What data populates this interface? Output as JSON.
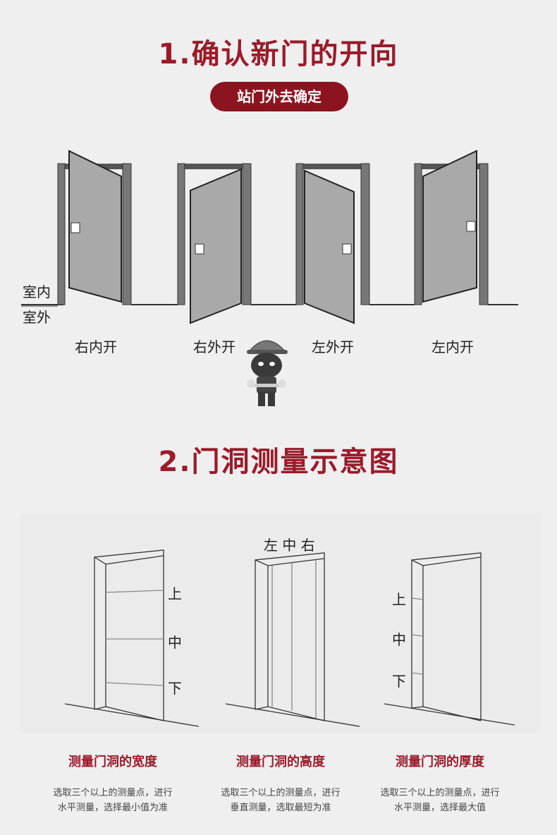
{
  "section1": {
    "title": "1.确认新门的开向",
    "pill": "站门外去确定",
    "indoor": "室内",
    "outdoor": "室外",
    "doors": [
      "右内开",
      "右外开",
      "左外开",
      "左内开"
    ]
  },
  "section2": {
    "title": "2.门洞测量示意图",
    "position_labels_top": "左 中 右",
    "labels_upper": "上",
    "labels_middle": "中",
    "labels_lower": "下",
    "items": [
      {
        "caption": "测量门洞的宽度",
        "desc_line1": "选取三个以上的测量点，进行",
        "desc_line2": "水平测量，选择最小值为准"
      },
      {
        "caption": "测量门洞的高度",
        "desc_line1": "选取三个以上的测量点，进行",
        "desc_line2": "垂直测量，选取最短为准"
      },
      {
        "caption": "测量门洞的厚度",
        "desc_line1": "选取三个以上的测量点，进行",
        "desc_line2": "水平测量，选择最大值"
      }
    ]
  },
  "colors": {
    "accent": "#9a1b2a",
    "pill_bg": "#8c1421"
  }
}
